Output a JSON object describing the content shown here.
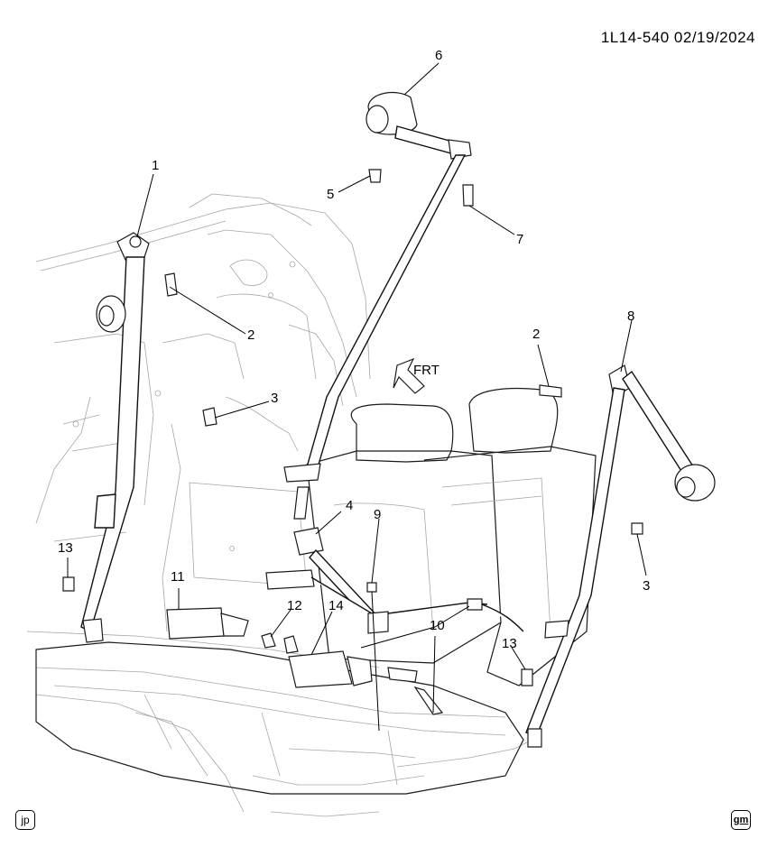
{
  "doc_id": "1L14-540  02/19/2024",
  "direction_label": "FRT",
  "callouts": [
    "1",
    "2",
    "3",
    "4",
    "5",
    "6",
    "7",
    "8",
    "2",
    "3",
    "9",
    "10",
    "11",
    "12",
    "13",
    "13",
    "14"
  ],
  "badges": {
    "bottom_left": "jp",
    "bottom_right": "gm"
  }
}
